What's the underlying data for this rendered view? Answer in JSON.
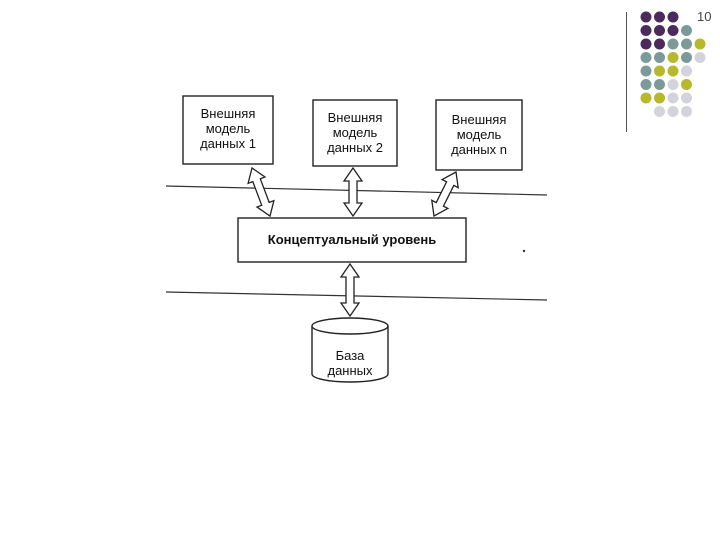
{
  "slide": {
    "page_number": "10"
  },
  "decoration": {
    "dot_colors": {
      "purple": "#4b2a5e",
      "teal": "#7d9a9a",
      "olive": "#b7b82c",
      "light": "#d3d3dc"
    }
  },
  "diagram": {
    "external_models": [
      {
        "line1": "Внешняя",
        "line2": "модель",
        "line3": "данных 1"
      },
      {
        "line1": "Внешняя",
        "line2": "модель",
        "line3": "данных 2"
      },
      {
        "line1": "Внешняя",
        "line2": "модель",
        "line3": "данных n"
      }
    ],
    "conceptual_level": "Концептуальный уровень",
    "database": {
      "line1": "База",
      "line2": "данных"
    }
  }
}
